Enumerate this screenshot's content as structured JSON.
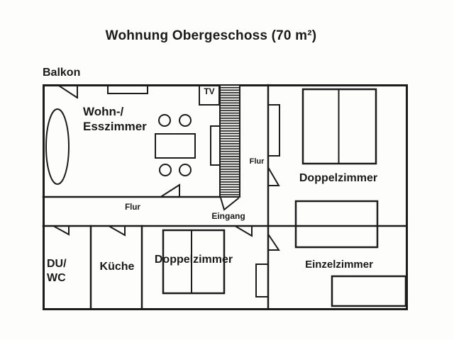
{
  "title": "Wohnung Obergeschoss (70 m²)",
  "colors": {
    "ink": "#1c1c1c",
    "paper": "#fdfdfc",
    "stair_fill": "#f5f5f3"
  },
  "plan": {
    "balcony_label": "Balkon",
    "rooms": {
      "living": {
        "name_line1": "Wohn-/",
        "name_line2": "Esszimmer"
      },
      "double_top": {
        "name": "Doppelzimmer"
      },
      "double_bottom": {
        "name": "Doppelzimmer"
      },
      "single": {
        "name": "Einzelzimmer"
      },
      "kitchen": {
        "name": "Küche"
      },
      "shower_wc": {
        "name_line1": "DU/",
        "name_line2": "WC"
      }
    },
    "annotations": {
      "tv": "TV",
      "hall_upper": "Flur",
      "hall_lower": "Flur",
      "entrance": "Eingang"
    }
  }
}
